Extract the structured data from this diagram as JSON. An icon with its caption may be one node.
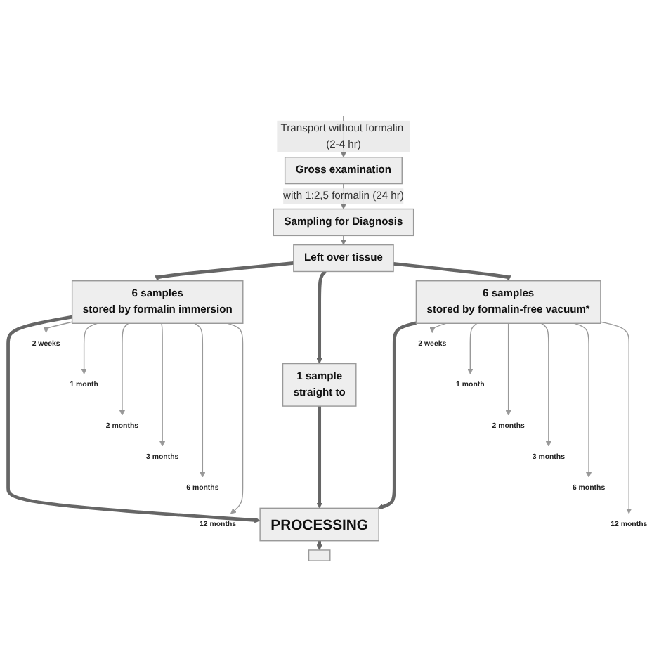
{
  "diagram": {
    "nodes": [
      {
        "text": [
          "Gross examination"
        ]
      },
      {
        "text": [
          "Sampling for Diagnosis"
        ]
      },
      {
        "text": [
          "Left over tissue"
        ]
      },
      {
        "text": [
          "6 samples",
          "stored by formalin immersion"
        ]
      },
      {
        "text": [
          "1 sample",
          "straight to"
        ]
      },
      {
        "text": [
          "6 samples",
          "stored by formalin-free vacuum*"
        ]
      },
      {
        "text": [
          "PROCESSING"
        ]
      },
      {
        "text": [],
        "shape": "box"
      },
      {
        "text": [
          "2 weeks"
        ]
      },
      {
        "text": [
          "1 month"
        ]
      },
      {
        "text": [
          "2 months"
        ]
      },
      {
        "text": [
          "3 months"
        ]
      },
      {
        "text": [
          "6 months"
        ]
      },
      {
        "text": [
          "12 months"
        ]
      },
      {
        "text": [
          "2 weeks"
        ]
      },
      {
        "text": [
          "1 month"
        ]
      },
      {
        "text": [
          "2 months"
        ]
      },
      {
        "text": [
          "3 months"
        ]
      },
      {
        "text": [
          "6 months"
        ]
      },
      {
        "text": [
          "12 months"
        ]
      }
    ],
    "edges": [
      {
        "from": null,
        "to": 0,
        "arrow": "to",
        "label": "Transport without formalin (2-4 hr)"
      },
      {
        "from": 0,
        "to": 1,
        "arrow": "to",
        "label": "with 1:2,5 formalin (24 hr)"
      },
      {
        "from": 1,
        "to": 2,
        "arrow": "to"
      },
      {
        "from": 2,
        "to": 3,
        "arrow": "to",
        "style": "thick"
      },
      {
        "from": 2,
        "to": 4,
        "arrow": "to",
        "style": "thick"
      },
      {
        "from": 2,
        "to": 5,
        "arrow": "to",
        "style": "thick"
      },
      {
        "from": 3,
        "to": 6,
        "arrow": "to",
        "style": "thick"
      },
      {
        "from": 4,
        "to": 6,
        "arrow": "to",
        "style": "thick"
      },
      {
        "from": 5,
        "to": 6,
        "arrow": "to",
        "style": "thick"
      },
      {
        "from": 6,
        "to": 7,
        "arrow": "to",
        "style": "thick"
      },
      {
        "from": 3,
        "to": 8,
        "arrow": "to",
        "color": "#999999"
      },
      {
        "from": 3,
        "to": 9,
        "arrow": "to",
        "color": "#999999"
      },
      {
        "from": 3,
        "to": 10,
        "arrow": "to",
        "color": "#999999"
      },
      {
        "from": 3,
        "to": 11,
        "arrow": "to",
        "color": "#999999"
      },
      {
        "from": 3,
        "to": 12,
        "arrow": "to",
        "color": "#999999"
      },
      {
        "from": 3,
        "to": 13,
        "arrow": "to",
        "color": "#999999"
      },
      {
        "from": 5,
        "to": 14,
        "arrow": "to",
        "color": "#999999"
      },
      {
        "from": 5,
        "to": 15,
        "arrow": "to",
        "color": "#999999"
      },
      {
        "from": 5,
        "to": 16,
        "arrow": "to",
        "color": "#999999"
      },
      {
        "from": 5,
        "to": 17,
        "arrow": "to",
        "color": "#999999"
      },
      {
        "from": 5,
        "to": 18,
        "arrow": "to",
        "color": "#999999"
      },
      {
        "from": 5,
        "to": 19,
        "arrow": "to",
        "color": "#999999"
      }
    ]
  }
}
